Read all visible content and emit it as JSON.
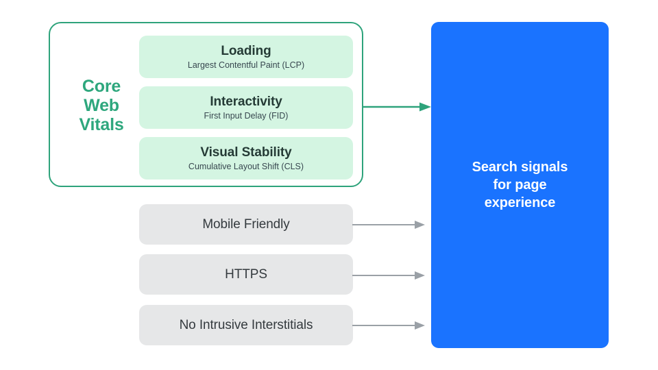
{
  "diagram": {
    "title": "Search signals for page experience",
    "colors": {
      "core_web_vitals_outline": "#2EA37B",
      "core_web_vitals_label": "#2EA77D",
      "vital_card_background": "#D4F5E2",
      "vital_text": "#253B36",
      "gray_card_background": "#E6E7E8",
      "gray_text": "#343A3E",
      "destination_background": "#1A73FF",
      "destination_text": "#FFFFFF",
      "green_arrow": "#2EA37B",
      "gray_arrow": "#9AA0A6",
      "page_background": "#FFFFFF"
    }
  },
  "core_web_vitals": {
    "group_label": "Core\nWeb\nVitals",
    "group_label_lines": [
      "Core",
      "Web",
      "Vitals"
    ],
    "items": [
      {
        "title": "Loading",
        "subtitle": "Largest Contentful Paint (LCP)",
        "abbreviation": "LCP"
      },
      {
        "title": "Interactivity",
        "subtitle": "First Input Delay (FID)",
        "abbreviation": "FID"
      },
      {
        "title": "Visual Stability",
        "subtitle": "Cumulative Layout Shift (CLS)",
        "abbreviation": "CLS"
      }
    ]
  },
  "other_signals": [
    {
      "label": "Mobile Friendly"
    },
    {
      "label": "HTTPS"
    },
    {
      "label": "No Intrusive Interstitials"
    }
  ],
  "destination": {
    "label": "Search signals\nfor page\nexperience",
    "label_lines": [
      "Search signals",
      "for page",
      "experience"
    ]
  },
  "connectors": [
    {
      "name": "core-web-vitals-to-destination",
      "style": "green"
    },
    {
      "name": "mobile-friendly-to-destination",
      "style": "gray"
    },
    {
      "name": "https-to-destination",
      "style": "gray"
    },
    {
      "name": "no-intrusive-interstitials-to-destination",
      "style": "gray"
    }
  ]
}
